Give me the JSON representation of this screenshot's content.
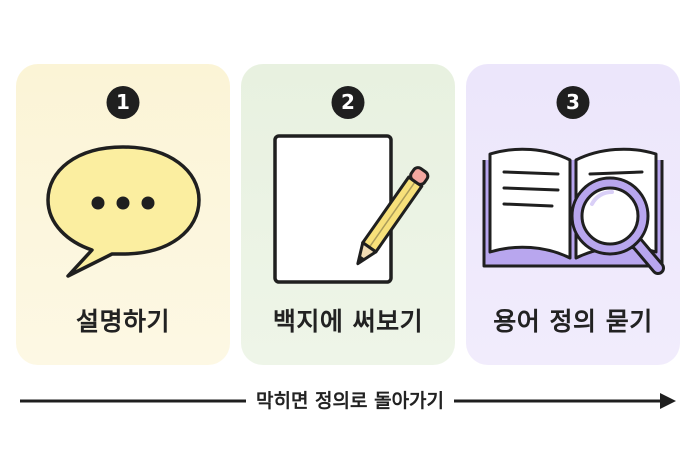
{
  "steps": [
    {
      "number": "1",
      "label": "설명하기",
      "icon": "speech-bubble-icon"
    },
    {
      "number": "2",
      "label": "백지에 써보기",
      "icon": "paper-pencil-icon"
    },
    {
      "number": "3",
      "label": "용어 정의 묻기",
      "icon": "book-magnifier-icon"
    }
  ],
  "flow": {
    "caption": "막히면 정의로 돌아가기"
  },
  "colors": {
    "card_1": "#fbf4d6",
    "card_2": "#e8f1e0",
    "card_3": "#ece6fb",
    "bubble_fill": "#fbeea0",
    "pencil_fill": "#f7e07a",
    "magnifier": "#b8a6ee",
    "book_shadow": "#b8a6ee",
    "ink": "#1f1f1f"
  }
}
